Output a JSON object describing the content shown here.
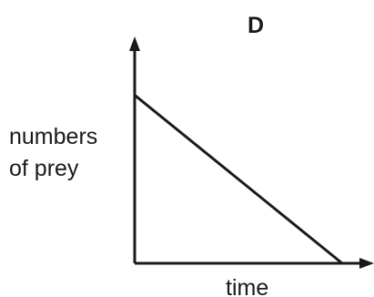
{
  "chart_data": {
    "type": "line",
    "title": "D",
    "ylabel": [
      "numbers",
      "of prey"
    ],
    "xlabel": "time",
    "x": [
      0,
      1
    ],
    "series": [
      {
        "values": [
          1.0,
          0.0
        ]
      }
    ],
    "xlim": [
      0,
      1
    ],
    "ylim": [
      0,
      1.23
    ],
    "grid": false,
    "axis_ticks": false,
    "colors": {
      "ink": "#1a1a1a",
      "background": "#ffffff"
    }
  }
}
